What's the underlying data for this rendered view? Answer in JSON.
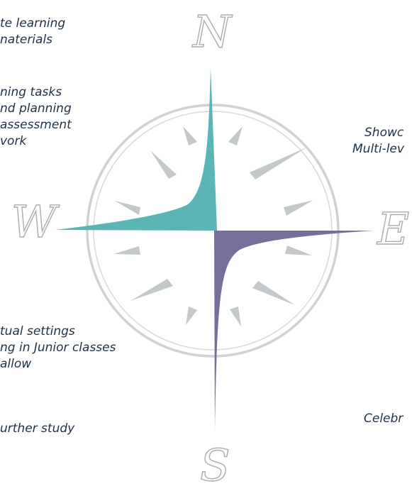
{
  "compass": {
    "north": "N",
    "south": "S",
    "east": "E",
    "west": "W",
    "colors": {
      "ring": "#c9ced1",
      "triangles": "#c3c8cb",
      "north_west_arm": "#5bb5b7",
      "south_east_arm": "#75709b",
      "text": "#1f3147"
    }
  },
  "left_text": {
    "block1": [
      "te learning",
      "naterials"
    ],
    "block2": [
      "ning tasks",
      "nd planning",
      "assessment",
      "vork"
    ],
    "block3": [
      "tual settings",
      "ng in Junior classes",
      "allow"
    ],
    "block4": [
      "urther study"
    ]
  },
  "right_text": {
    "block1": [
      "Showc",
      "Multi-lev"
    ],
    "block2": [
      "Celebr"
    ]
  }
}
